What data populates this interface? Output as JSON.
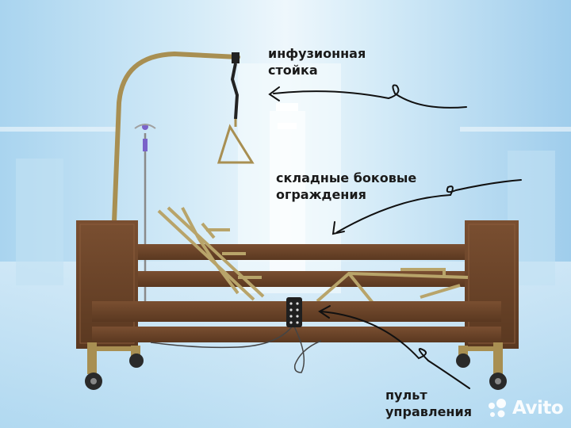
{
  "labels": {
    "iv_stand": "инфузионная\nстойка",
    "side_rails": "складные боковые\nограждения",
    "remote": "пульт\nуправления"
  },
  "watermark": {
    "text": "Avito",
    "icon": "avito-dots-icon"
  },
  "colors": {
    "bed_wood": "#6b4429",
    "frame_gold": "#b39a5c",
    "background": "#cfe7f6",
    "arrow": "#111111"
  }
}
